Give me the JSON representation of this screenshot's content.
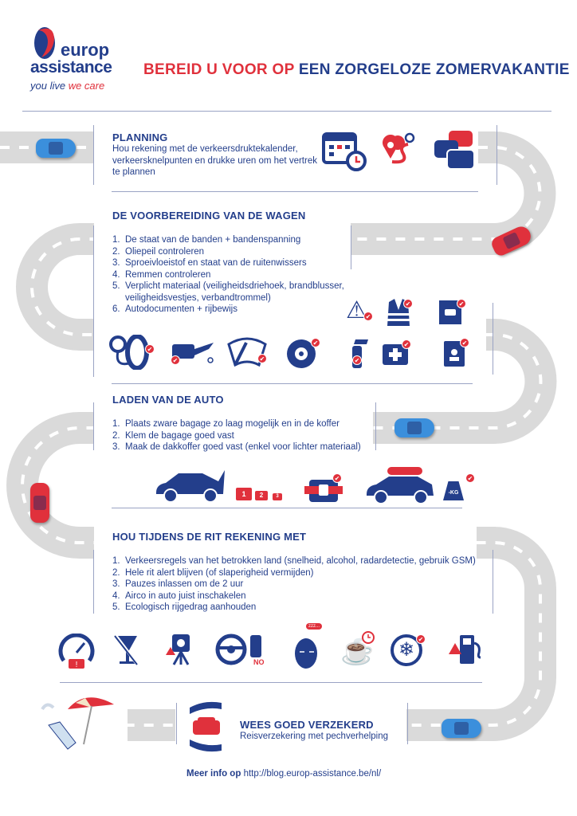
{
  "logo": {
    "brand_line1": "europ",
    "brand_line2": "assistance",
    "tagline_part1": "you live",
    "tagline_part2": "we care"
  },
  "title": {
    "part_red": "BEREID U VOOR OP",
    "part_blue": "EEN ZORGELOZE ZOMERVAKANTIE"
  },
  "planning": {
    "heading": "PLANNING",
    "text": "Hou rekening met de verkeersdruktekalender, verkeersknelpunten en drukke uren om het vertrek te plannen"
  },
  "voorbereiding": {
    "heading": "DE VOORBEREIDING VAN DE WAGEN",
    "items": [
      {
        "n": "1.",
        "t": "De staat van de banden + bandenspanning"
      },
      {
        "n": "2.",
        "t": "Oliepeil controleren"
      },
      {
        "n": "3.",
        "t": "Sproeivloeistof en staat van de ruitenwissers"
      },
      {
        "n": "4.",
        "t": "Remmen controleren"
      },
      {
        "n": "5.",
        "t": "Verplicht materiaal (veiligheidsdriehoek, brandblusser, veiligheidsvestjes, verbandtrommel)"
      },
      {
        "n": "6.",
        "t": "Autodocumenten + rijbewijs"
      }
    ]
  },
  "laden": {
    "heading": "LADEN VAN DE AUTO",
    "items": [
      {
        "n": "1.",
        "t": "Plaats zware bagage zo laag mogelijk en in de koffer"
      },
      {
        "n": "2.",
        "t": "Klem de bagage goed vast"
      },
      {
        "n": "3.",
        "t": "Maak de dakkoffer goed vast (enkel voor lichter materiaal)"
      }
    ],
    "bag_labels": [
      "1",
      "2",
      "3"
    ],
    "weight_label": "-KG"
  },
  "rit": {
    "heading": "HOU TIJDENS DE RIT REKENING MET",
    "items": [
      {
        "n": "1.",
        "t": "Verkeersregels van het betrokken land (snelheid, alcohol, radardetectie, gebruik GSM)"
      },
      {
        "n": "2.",
        "t": "Hele rit alert blijven (of slaperigheid vermijden)"
      },
      {
        "n": "3.",
        "t": "Pauzes inlassen om de 2 uur"
      },
      {
        "n": "4.",
        "t": "Airco in auto juist inschakelen"
      },
      {
        "n": "5.",
        "t": "Ecologisch rijgedrag aanhouden"
      }
    ],
    "phone_label": "NO",
    "sleep_label": "zzz..."
  },
  "verzekerd": {
    "heading": "WEES GOED VERZEKERD",
    "text": "Reisverzekering met pechverhelping"
  },
  "footer": {
    "label": "Meer info op",
    "url": "http://blog.europ-assistance.be/nl/"
  },
  "colors": {
    "blue": "#233e8b",
    "red": "#e0313c",
    "road": "#dadada"
  }
}
